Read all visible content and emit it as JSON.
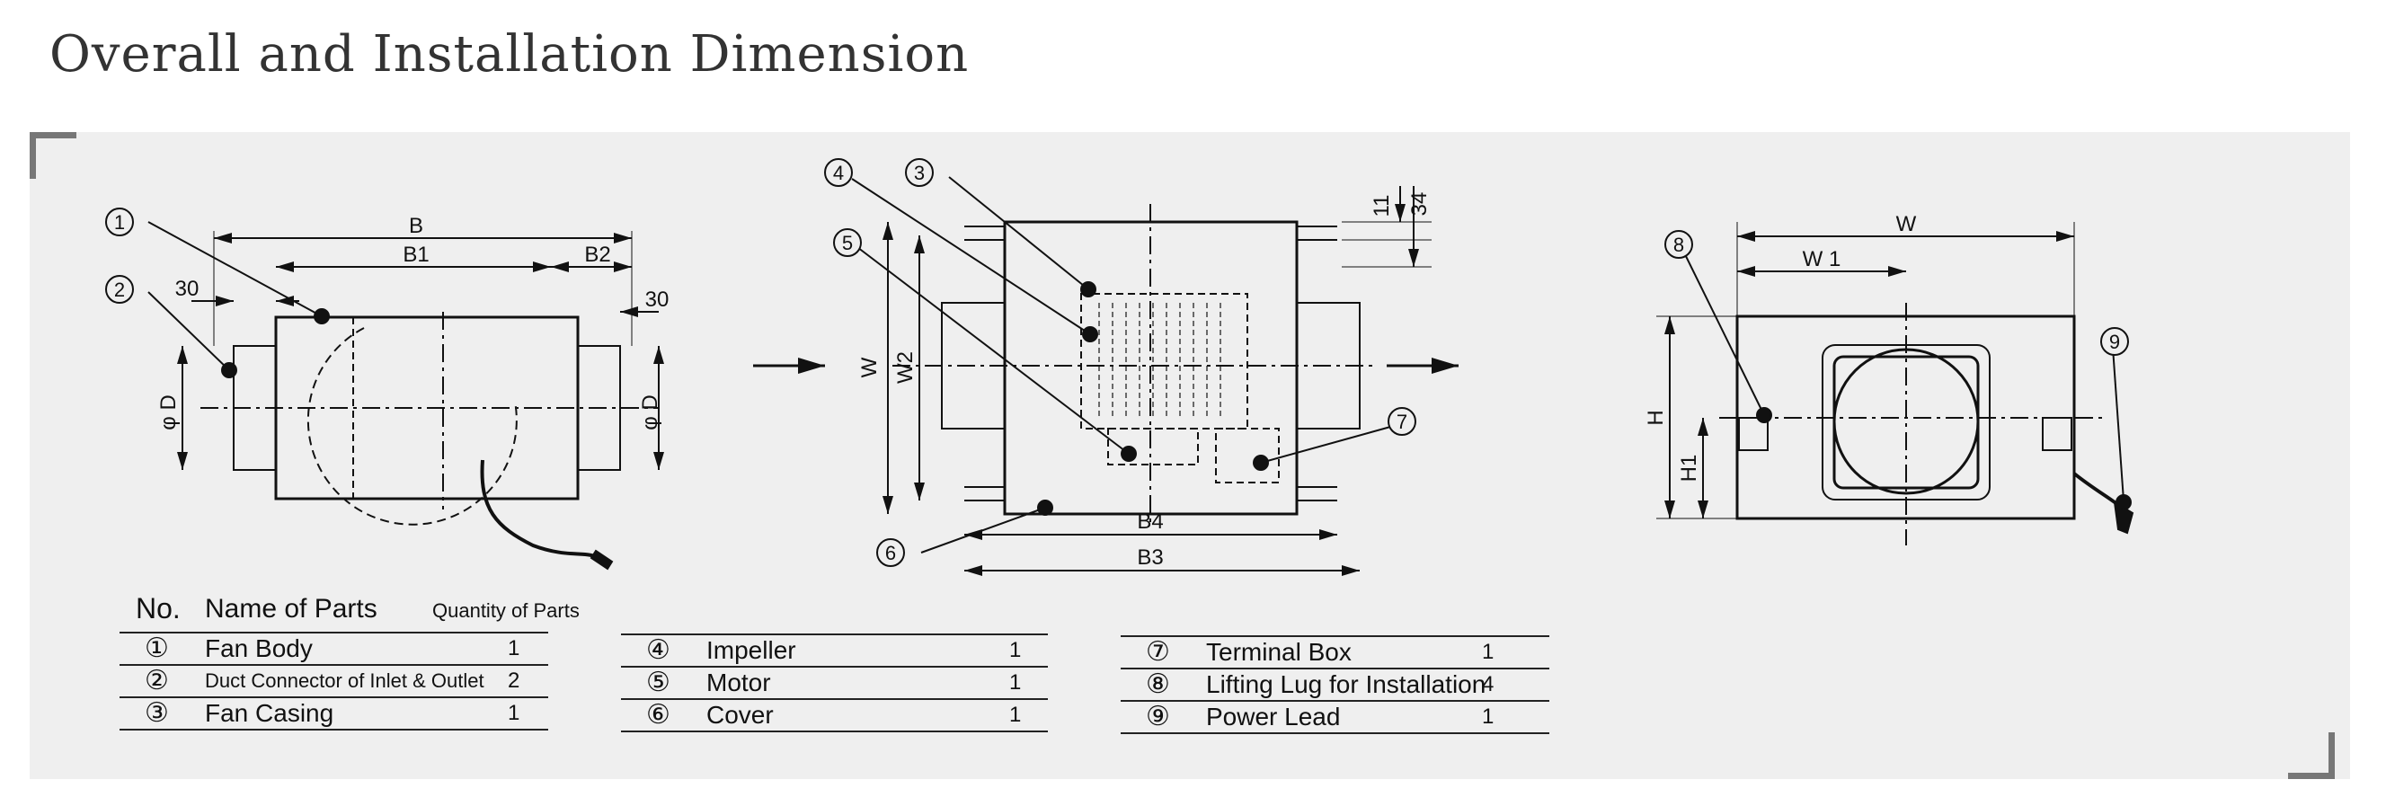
{
  "title": "Overall and Installation Dimension",
  "dims": {
    "side": {
      "B": "B",
      "B1": "B1",
      "B2": "B2",
      "d30a": "30",
      "d30b": "30",
      "phiD1": "φ D",
      "phiD2": "φ D"
    },
    "top": {
      "W": "W",
      "W2": "W2",
      "B4": "B4",
      "B3": "B3",
      "d11": "11",
      "d34": "34"
    },
    "front": {
      "W": "W",
      "W1": "W 1",
      "H": "H",
      "H1": "H1"
    }
  },
  "callouts": [
    "1",
    "2",
    "3",
    "4",
    "5",
    "6",
    "7",
    "8",
    "9"
  ],
  "table": {
    "headers": {
      "no": "No.",
      "name": "Name of Parts",
      "qty": "Quantity of Parts"
    },
    "groups": [
      [
        {
          "no": "①",
          "name": "Fan Body",
          "qty": "1"
        },
        {
          "no": "②",
          "name": "Duct Connector of Inlet & Outlet",
          "qty": "2"
        },
        {
          "no": "③",
          "name": "Fan Casing",
          "qty": "1"
        }
      ],
      [
        {
          "no": "④",
          "name": "Impeller",
          "qty": "1"
        },
        {
          "no": "⑤",
          "name": "Motor",
          "qty": "1"
        },
        {
          "no": "⑥",
          "name": "Cover",
          "qty": "1"
        }
      ],
      [
        {
          "no": "⑦",
          "name": "Terminal Box",
          "qty": "1"
        },
        {
          "no": "⑧",
          "name": "Lifting Lug for Installation",
          "qty": "4"
        },
        {
          "no": "⑨",
          "name": "Power Lead",
          "qty": "1"
        }
      ]
    ]
  }
}
